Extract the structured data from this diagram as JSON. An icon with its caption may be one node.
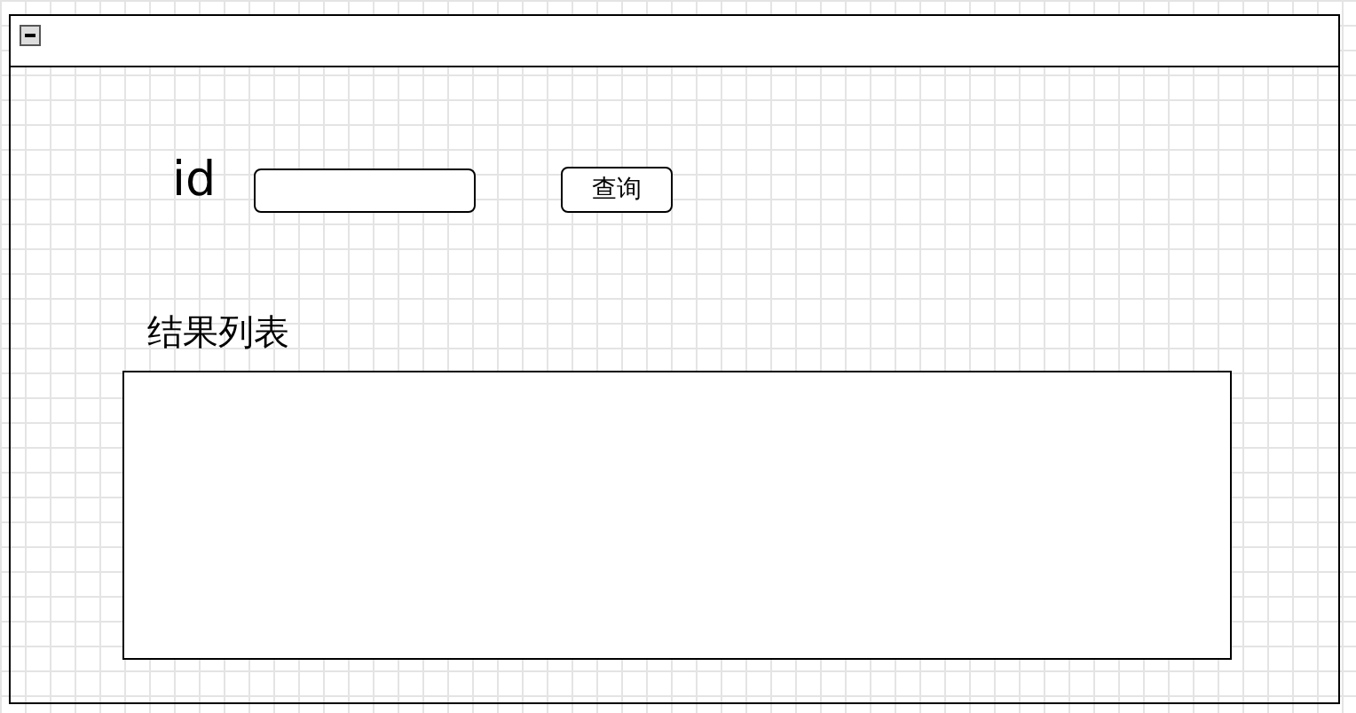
{
  "diagram": {
    "nodes": [
      {
        "text": [],
        "shape": "box"
      },
      {
        "text": [],
        "shape": "box",
        "in": 0
      },
      {
        "text": [
          "查询"
        ],
        "in": 0
      },
      {
        "text": [],
        "shape": "box",
        "in": 0
      }
    ],
    "labels": [
      "id",
      "结果列表"
    ]
  }
}
